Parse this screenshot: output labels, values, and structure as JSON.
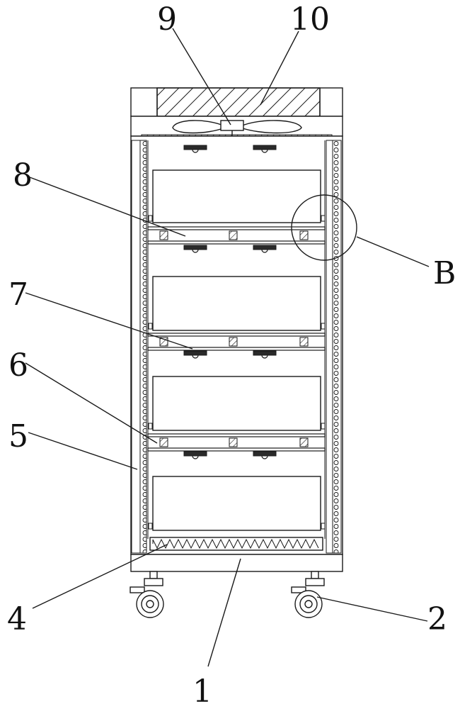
{
  "figure": {
    "labels": [
      "1",
      "2",
      "4",
      "5",
      "6",
      "7",
      "8",
      "9",
      "10",
      "B"
    ],
    "shelf_count": 4
  },
  "callouts": {
    "c1": "1",
    "c2": "2",
    "c4": "4",
    "c5": "5",
    "c6": "6",
    "c7": "7",
    "c8": "8",
    "c9": "9",
    "c10": "10",
    "cB": "B"
  },
  "colors": {
    "stroke": "#1a1a1a",
    "background": "#ffffff"
  }
}
